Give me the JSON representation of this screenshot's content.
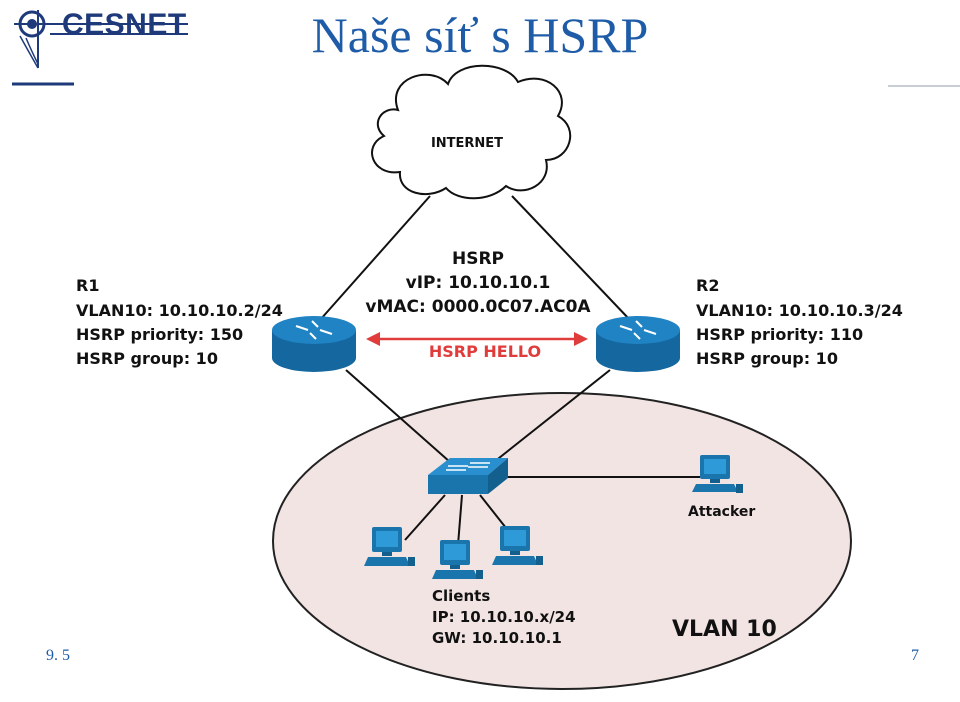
{
  "slide": {
    "title": "Naše síť s HSRP",
    "logo_text": "CESNET",
    "footer_left": "9. 5",
    "page_number": "7"
  },
  "diagram": {
    "internet_label": "INTERNET",
    "hsrp_info": [
      "HSRP",
      "vIP: 10.10.10.1",
      "vMAC:  0000.0C07.AC0A"
    ],
    "hello_label": "HSRP HELLO",
    "r1_lines": [
      "R1",
      "VLAN10: 10.10.10.2/24",
      "HSRP priority: 150",
      "HSRP group: 10"
    ],
    "r2_lines": [
      "R2",
      "VLAN10: 10.10.10.3/24",
      "HSRP priority: 110",
      "HSRP group: 10"
    ],
    "attacker_label": "Attacker",
    "clients_lines": [
      "Clients",
      "IP: 10.10.10.x/24",
      "GW: 10.10.10.1"
    ],
    "vlan_label": "VLAN 10",
    "colors": {
      "device_blue": "#1a7bb8",
      "hello_red": "#e03c3c",
      "vlan_fill": "#f3e4e4",
      "title_blue": "#1f5ca8"
    }
  }
}
